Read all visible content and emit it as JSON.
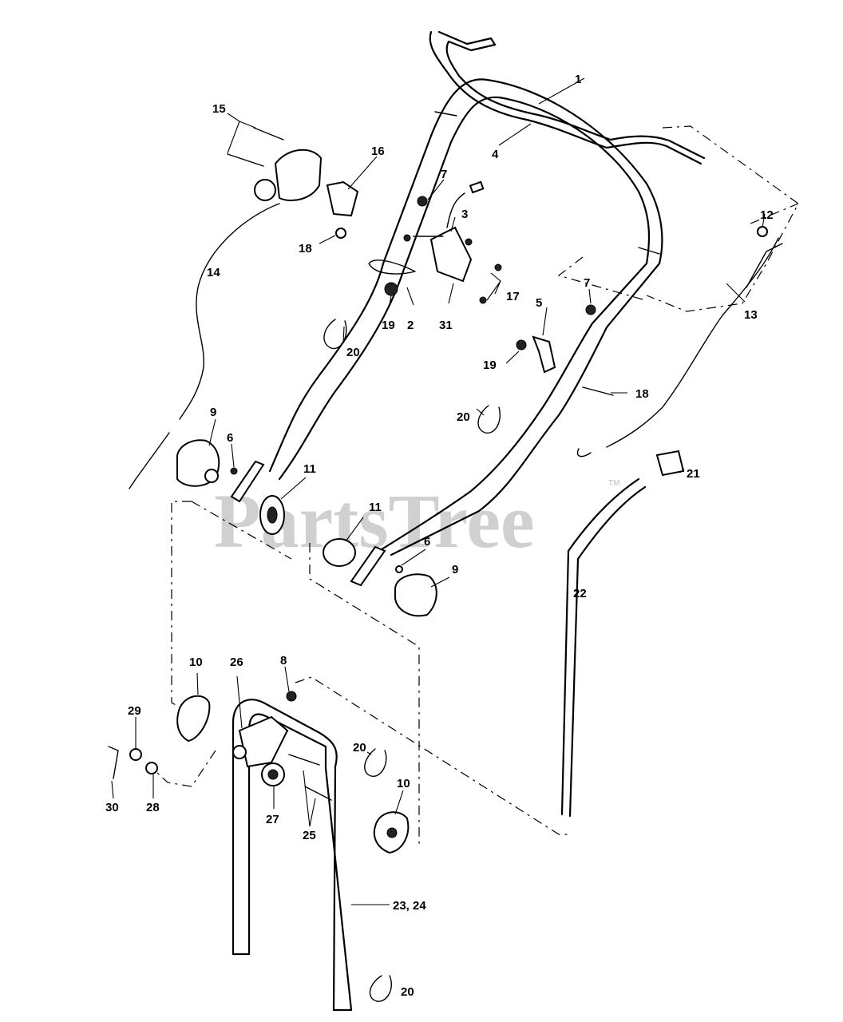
{
  "watermark": {
    "text": "PartsTree",
    "mark": "TM"
  },
  "callouts": {
    "c1": "1",
    "c2": "2",
    "c3": "3",
    "c4": "4",
    "c5": "5",
    "c6a": "6",
    "c6b": "6",
    "c7a": "7",
    "c7b": "7",
    "c8": "8",
    "c9a": "9",
    "c9b": "9",
    "c10a": "10",
    "c10b": "10",
    "c11a": "11",
    "c11b": "11",
    "c12": "12",
    "c13": "13",
    "c14": "14",
    "c15": "15",
    "c16": "16",
    "c17": "17",
    "c18a": "18",
    "c18b": "18",
    "c19a": "19",
    "c19b": "19",
    "c20a": "20",
    "c20b": "20",
    "c20c": "20",
    "c20d": "20",
    "c21": "21",
    "c22": "22",
    "c23_24": "23, 24",
    "c25": "25",
    "c26": "26",
    "c27": "27",
    "c28": "28",
    "c29": "29",
    "c30": "30",
    "c31": "31"
  }
}
